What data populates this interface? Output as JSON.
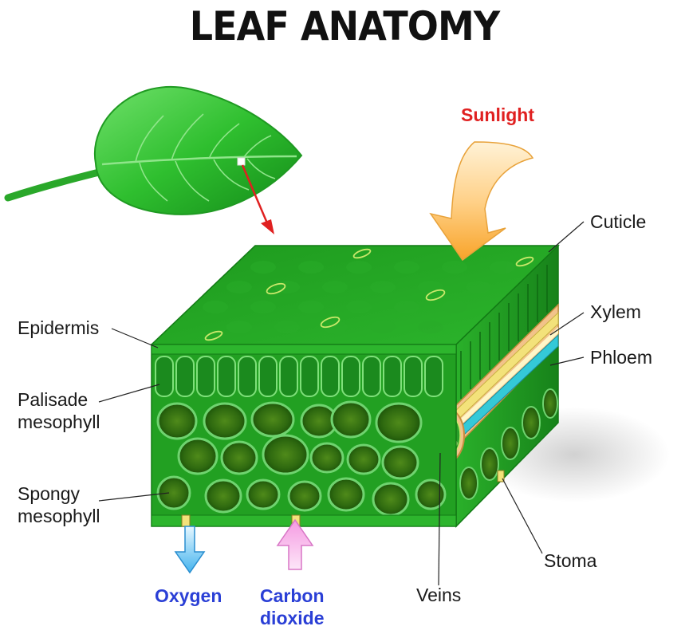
{
  "title": "LEAF ANATOMY",
  "labels": {
    "sunlight": "Sunlight",
    "cuticle": "Cuticle",
    "xylem": "Xylem",
    "phloem": "Phloem",
    "epidermis": "Epidermis",
    "palisade_line1": "Palisade",
    "palisade_line2": "mesophyll",
    "spongy_line1": "Spongy",
    "spongy_line2": "mesophyll",
    "stoma": "Stoma",
    "veins": "Veins",
    "oxygen": "Oxygen",
    "carbon_line1": "Carbon",
    "carbon_line2": "dioxide"
  },
  "colors": {
    "leaf": "#2db52d",
    "tissue": "#22a022",
    "cell_dark": "#0e6b12",
    "xylem": "#f3e27a",
    "phloem": "#34c9d8",
    "sunlight_arrow": "#f8b63c",
    "oxygen_arrow": "#5bc0f0",
    "co2_arrow": "#f7a8e6",
    "label_red": "#e02020",
    "label_blue": "#2a3fd6"
  }
}
